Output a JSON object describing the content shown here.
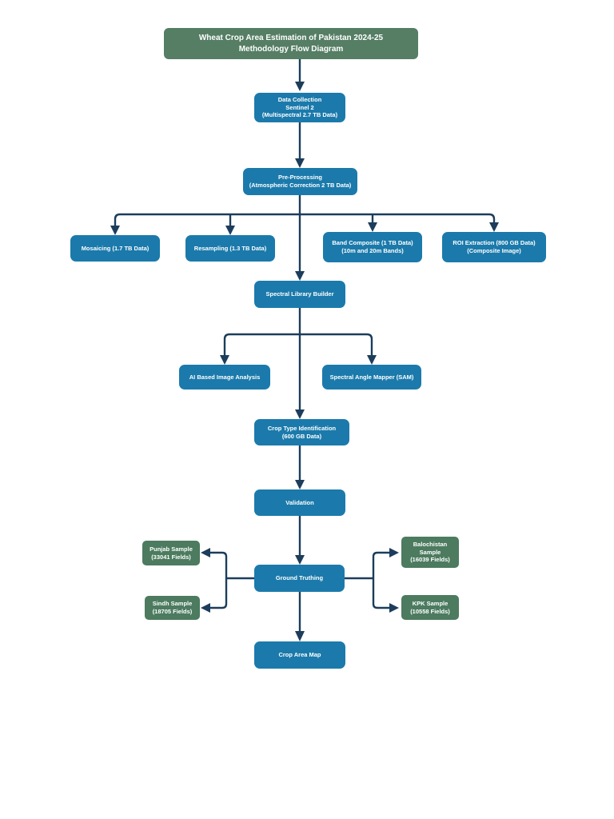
{
  "colors": {
    "process-blue": "#1B7AAB",
    "title-green": "#557E64",
    "sample-green": "#4C7B5F",
    "connector-navy": "#1C3D5C",
    "background": "#FFFFFF"
  },
  "diagram": {
    "title": {
      "lines": [
        "Wheat Crop Area Estimation of Pakistan 2024-25",
        "Methodology Flow Diagram"
      ]
    },
    "nodes": {
      "data_collection": {
        "lines": [
          "Data Collection",
          "Sentinel 2",
          "(Multispectral 2.7 TB Data)"
        ]
      },
      "pre_processing": {
        "lines": [
          "Pre-Processing",
          "(Atmospheric Correction 2 TB Data)"
        ]
      },
      "mosaicing": {
        "lines": [
          "Mosaicing (1.7 TB Data)"
        ]
      },
      "resampling": {
        "lines": [
          "Resampling (1.3 TB Data)"
        ]
      },
      "band_composite": {
        "lines": [
          "Band Composite (1 TB Data)",
          "(10m and 20m Bands)"
        ]
      },
      "roi_extraction": {
        "lines": [
          "ROI Extraction (800 GB Data)",
          "(Composite Image)"
        ]
      },
      "spectral_library": {
        "lines": [
          "Spectral Library Builder"
        ]
      },
      "ai_analysis": {
        "lines": [
          "AI Based Image Analysis"
        ]
      },
      "sam": {
        "lines": [
          "Spectral Angle Mapper (SAM)"
        ]
      },
      "crop_type_id": {
        "lines": [
          "Crop Type Identification",
          "(600 GB Data)"
        ]
      },
      "validation": {
        "lines": [
          "Validation"
        ]
      },
      "ground_truthing": {
        "lines": [
          "Ground Truthing"
        ]
      },
      "punjab": {
        "lines": [
          "Punjab Sample",
          "(33041 Fields)"
        ]
      },
      "sindh": {
        "lines": [
          "Sindh Sample",
          "(18705 Fields)"
        ]
      },
      "balochistan": {
        "lines": [
          "Balochistan",
          "Sample",
          "(16039 Fields)"
        ]
      },
      "kpk": {
        "lines": [
          "KPK Sample",
          "(10558 Fields)"
        ]
      },
      "crop_area_map": {
        "lines": [
          "Crop Area Map"
        ]
      }
    }
  }
}
